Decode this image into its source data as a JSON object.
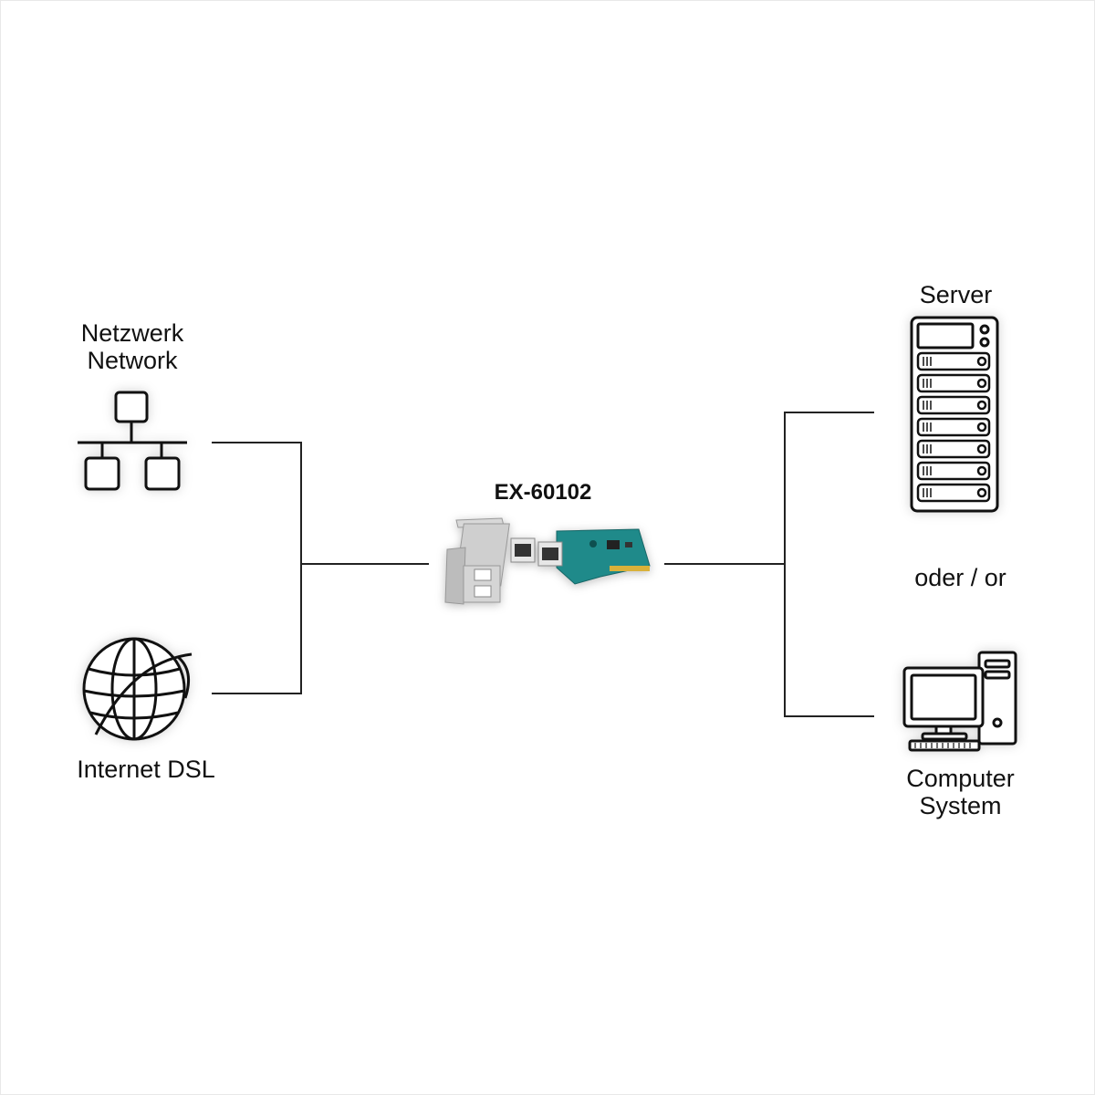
{
  "network": {
    "line1": "Netzwerk",
    "line2": "Network",
    "icon": "network-topology-icon"
  },
  "internet": {
    "label": "Internet DSL",
    "icon": "globe-icon"
  },
  "card": {
    "model": "EX-60102",
    "image": "pcie-dual-ethernet-card"
  },
  "server": {
    "label": "Server",
    "icon": "server-rack-icon"
  },
  "separator": {
    "label": "oder / or"
  },
  "computer": {
    "line1": "Computer",
    "line2": "System",
    "icon": "desktop-computer-icon"
  },
  "colors": {
    "lines": "#222222",
    "pcb": "#1f8a8a",
    "bracket": "#c8c8c8"
  }
}
